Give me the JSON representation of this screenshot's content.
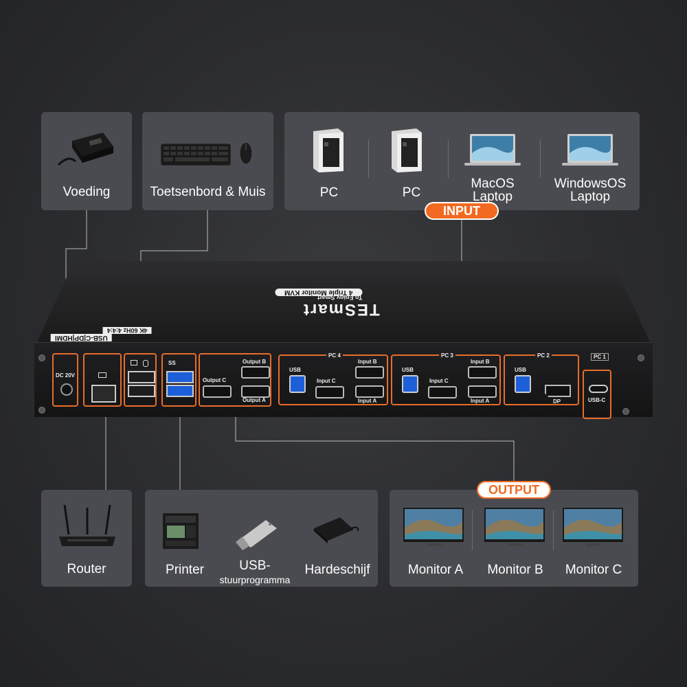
{
  "top_left": {
    "power_label": "Voeding",
    "peripherals_label": "Toetsenbord & Muis"
  },
  "input": {
    "badge": "INPUT",
    "devices": [
      {
        "label": "PC"
      },
      {
        "label": "PC"
      },
      {
        "label_line1": "MacOS",
        "label_line2": "Laptop"
      },
      {
        "label_line1": "WindowsOS",
        "label_line2": "Laptop"
      }
    ]
  },
  "kvm": {
    "brand": "TESmart",
    "tagline": "To Enjoy Smart",
    "model": "4 Triple Monitor KVM",
    "side_label": "USB-C|DP|HDMI",
    "side_label2": "4K 60Hz 4:4:4",
    "power_port": "DC 20V",
    "usb3_port": "SS",
    "output_c": "Output C",
    "output_b": "Output B",
    "output_a": "Output A",
    "groups": [
      {
        "tag": "PC 4",
        "usb": "USB",
        "input_c": "Input C",
        "input_b": "Input B",
        "input_a": "Input A"
      },
      {
        "tag": "PC 3",
        "usb": "USB",
        "input_c": "Input C",
        "input_b": "Input B",
        "input_a": "Input A"
      },
      {
        "tag": "PC 2",
        "usb": "USB",
        "dp": "DP"
      },
      {
        "tag": "PC 1",
        "usbc": "USB-C"
      }
    ]
  },
  "bottom_left": {
    "router_label": "Router"
  },
  "usb_devices": [
    {
      "label": "Printer"
    },
    {
      "label_line1": "USB-",
      "label_line2": "stuurprogramma"
    },
    {
      "label": "Hardeschijf"
    }
  ],
  "output": {
    "badge": "OUTPUT",
    "monitors": [
      {
        "label": "Monitor A"
      },
      {
        "label": "Monitor B"
      },
      {
        "label": "Monitor C"
      }
    ]
  },
  "colors": {
    "accent": "#f26a21",
    "panel": "#4a4b50",
    "background": "#2b2c2f"
  }
}
